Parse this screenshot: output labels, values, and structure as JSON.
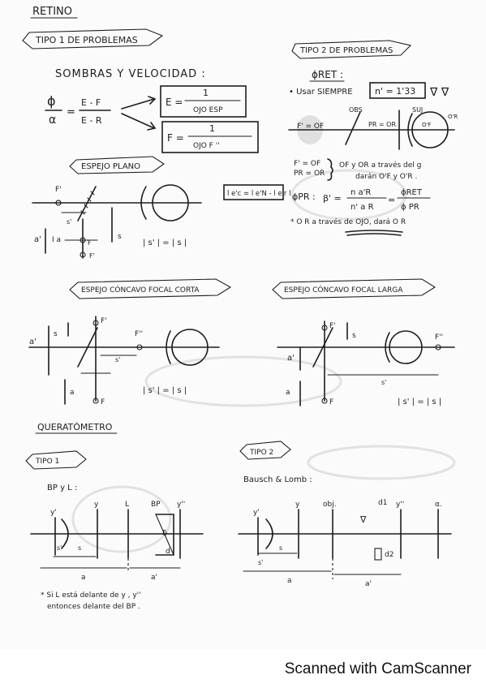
{
  "title": "RETINO",
  "tipo1": {
    "heading": "TIPO 1 DE PROBLEMAS",
    "subheading": "SOMBRAS Y VELOCIDAD :",
    "ratio_num": "ϕ",
    "ratio_den": "α",
    "frac_num": "E - F",
    "frac_den": "E - R",
    "box1_lhs": "E =",
    "box1_num": "1",
    "box1_den": "OJO ESP",
    "box2_lhs": "F =",
    "box2_num": "1",
    "box2_den": "OJO F ''"
  },
  "espejo_plano": {
    "heading": "ESPEJO PLANO",
    "formula_box": "l e'c = l e'N - l e'r l",
    "label_F": "F'",
    "label_s": "s",
    "label_s1": "s'",
    "label_a1": "a'",
    "label_Ia": "I a",
    "label_F2": "F",
    "label_F3": "F'",
    "equation": "| s' | = | s |"
  },
  "tipo2": {
    "heading": "TIPO 2 DE PROBLEMAS",
    "oret": "ϕRET :",
    "usar_text": "• Usar SIEMPRE",
    "n_box": "n' = 1'33",
    "nabla": "∇ ∇",
    "obs": "OBS",
    "suj": "SUJ",
    "f_eq": "F' = OF",
    "pr_eq": "PR = OR",
    "oF": "O'F",
    "oR": "O'R",
    "sys_line1": "F' = OF",
    "sys_line2": "PR = OR",
    "sys_text1": "OF y OR a través del g",
    "sys_text2": "darán O'F y O'R .",
    "opr_label": "ϕPR :",
    "beta_lhs": "β' =",
    "beta_num": "n a'R",
    "beta_den": "n' a R",
    "beta_rhs_num": "ϕRET",
    "beta_rhs_den": "ϕ PR",
    "note": "* O R a través de OJO, dará O R"
  },
  "concavo_corta": {
    "heading": "ESPEJO CÓNCAVO FOCAL CORTA",
    "a1": "a'",
    "s": "s",
    "F1": "F'",
    "F2": "F''",
    "s1": "s'",
    "a": "a",
    "F": "F",
    "equation": "| s' | = | s |"
  },
  "concavo_larga": {
    "heading": "ESPEJO CÓNCAVO FOCAL LARGA",
    "F1": "F'",
    "s": "s",
    "F2": "F''",
    "a1": "a'",
    "s1": "s'",
    "a": "a",
    "F": "F",
    "equation": "| s' | = | s |"
  },
  "queratometro": {
    "heading": "QUERATÓMETRO",
    "tipo1_label": "TIPO 1",
    "bp_label": "BP y L :",
    "t1_y1": "y'",
    "t1_y": "y",
    "t1_L": "L",
    "t1_BP": "BP",
    "t1_y2": "y''",
    "t1_delta": "δ",
    "t1_d": "d",
    "t1_s1": "s'",
    "t1_s": "s",
    "t1_a": "a",
    "t1_a1": "a'",
    "note1": "* Si L está delante de y , y''",
    "note2": "entonces delante del BP .",
    "tipo2_label": "TIPO 2",
    "bausch": "Bausch & Lomb :",
    "t2_y1": "y'",
    "t2_y": "y",
    "t2_obj": "obj.",
    "t2_d1": "d1",
    "t2_y2": "y''",
    "t2_alpha": "α.",
    "t2_d2": "d2",
    "t2_s": "s",
    "t2_s1": "s'",
    "t2_a": "a",
    "t2_a1": "a'"
  },
  "footer": {
    "text": "Scanned with CamScanner"
  }
}
